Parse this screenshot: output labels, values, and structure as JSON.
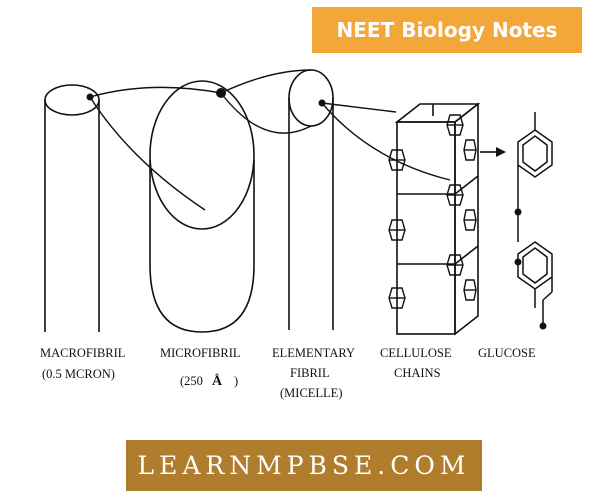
{
  "header_badge": {
    "text": "NEET Biology Notes",
    "bg_color": "#f3a73a",
    "text_color": "#ffffff"
  },
  "labels": {
    "macrofibril": "MACROFIBRIL",
    "macrofibril_size": "(0.5 MCRON)",
    "microfibril": "MICROFIBRIL",
    "microfibril_size_prefix": "(250",
    "microfibril_size_unit": "Å",
    "microfibril_size_suffix": ")",
    "elementary_line1": "ELEMENTARY",
    "elementary_line2": "FIBRIL",
    "elementary_line3": "(MICELLE)",
    "cellulose_line1": "CELLULOSE",
    "cellulose_line2": "CHAINS",
    "glucose": "GLUCOSE"
  },
  "footer_badge": {
    "text": "LEARNMPBSE.COM",
    "bg_color": "#b07d2c",
    "text_color": "#ffffff"
  }
}
